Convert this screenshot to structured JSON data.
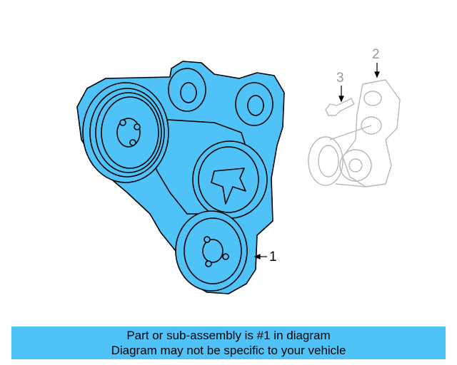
{
  "diagram": {
    "callouts": [
      {
        "id": "1",
        "label": "1"
      },
      {
        "id": "2",
        "label": "2"
      },
      {
        "id": "3",
        "label": "3"
      }
    ]
  },
  "footer": {
    "line1": "Part or sub-assembly is #1 in diagram",
    "line2": "Diagram may not be specific to your vehicle"
  },
  "colors": {
    "highlight": "#4fc3f7",
    "footer_bg": "#4fc3f7",
    "line": "#000000",
    "ghost_line": "#b9b9b9"
  }
}
